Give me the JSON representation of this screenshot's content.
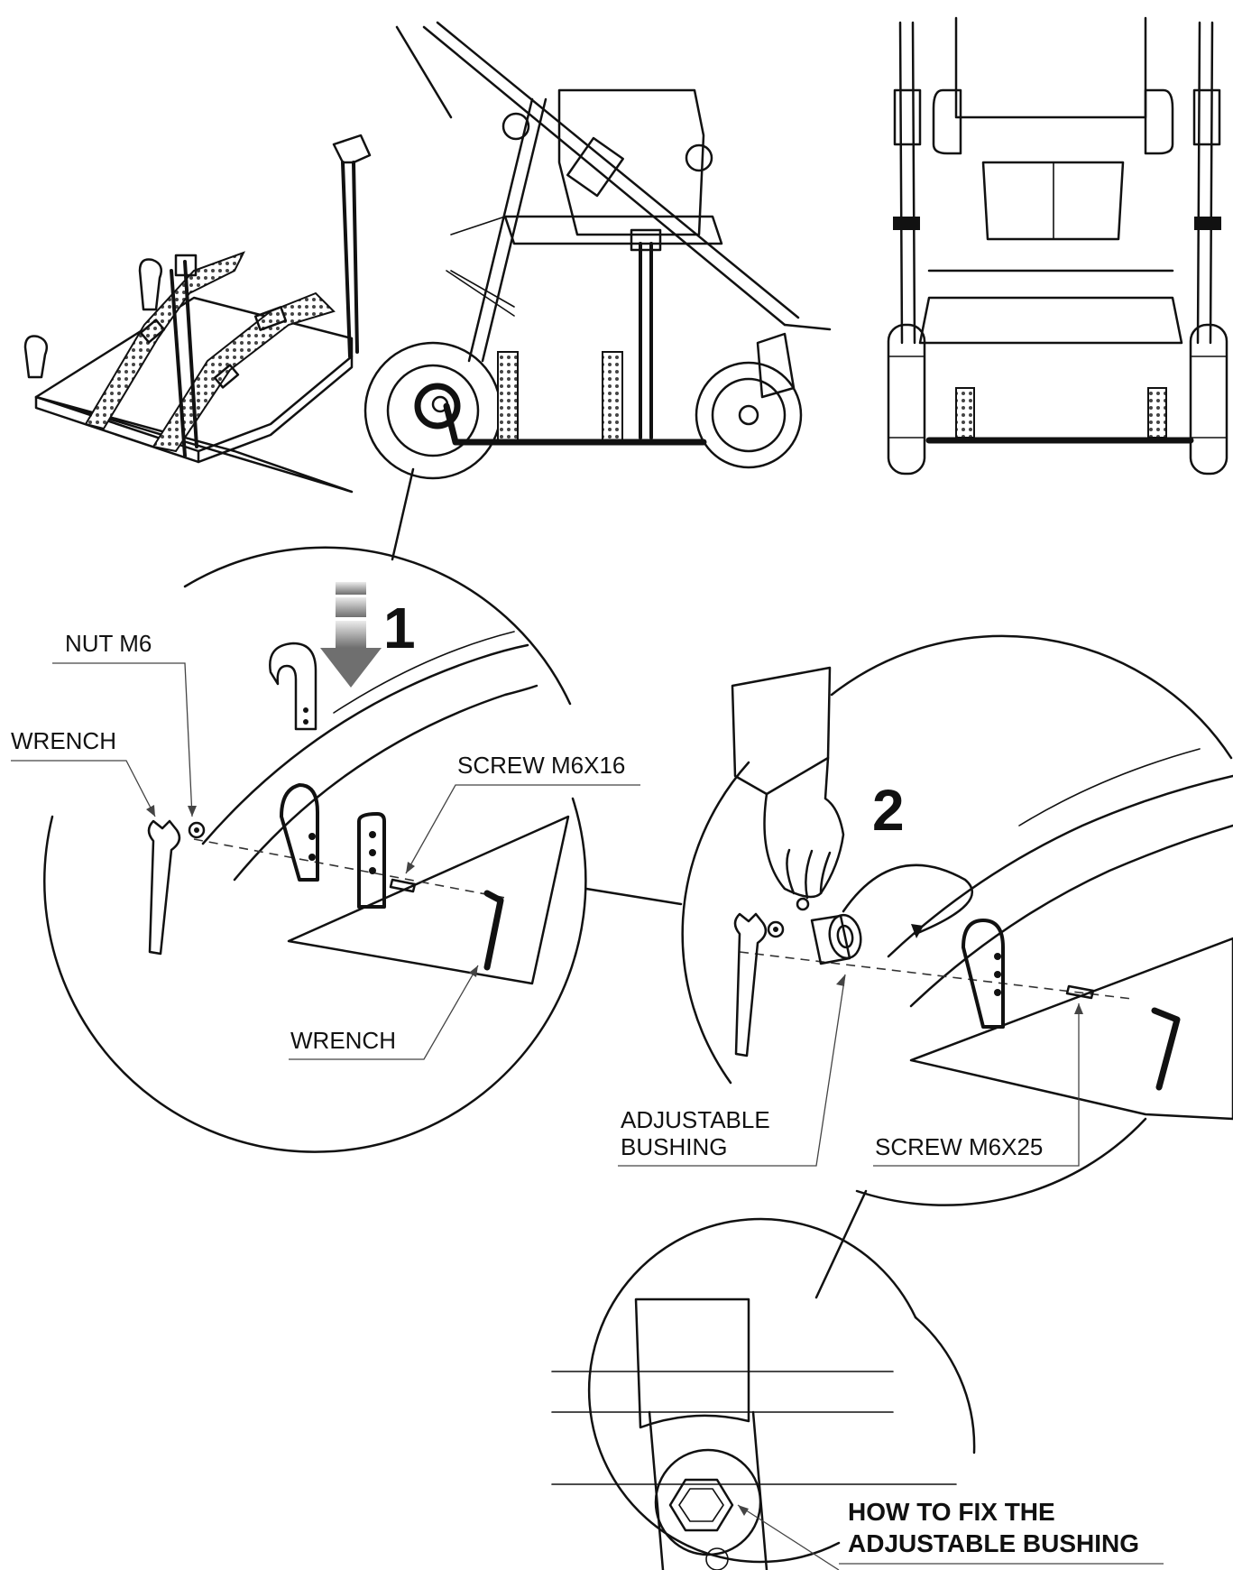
{
  "labels": {
    "nut_m6": "NUT M6",
    "wrench_1": "WRENCH",
    "screw_m6x16": "SCREW M6X16",
    "wrench_2": "WRENCH",
    "adjustable_bushing_line1": "ADJUSTABLE",
    "adjustable_bushing_line2": "BUSHING",
    "screw_m6x25": "SCREW M6X25",
    "how_to_fix_line1": "HOW TO FIX THE",
    "how_to_fix_line2": "ADJUSTABLE BUSHING"
  },
  "steps": {
    "step1": "1",
    "step2": "2"
  },
  "icons": {
    "footrest": "footrest-icon",
    "stroller_side": "stroller-side-view-icon",
    "stroller_front": "stroller-front-view-icon",
    "arrow": "down-arrow-icon",
    "hand": "hand-icon",
    "wrench": "wrench-icon",
    "nut": "nut-icon",
    "bushing": "bushing-icon",
    "hex_key": "hex-key-icon"
  },
  "colors": {
    "line": "#111111",
    "arrow_gradient_top": "#e6e6e6",
    "arrow_gradient_bottom": "#6f6f6f"
  }
}
